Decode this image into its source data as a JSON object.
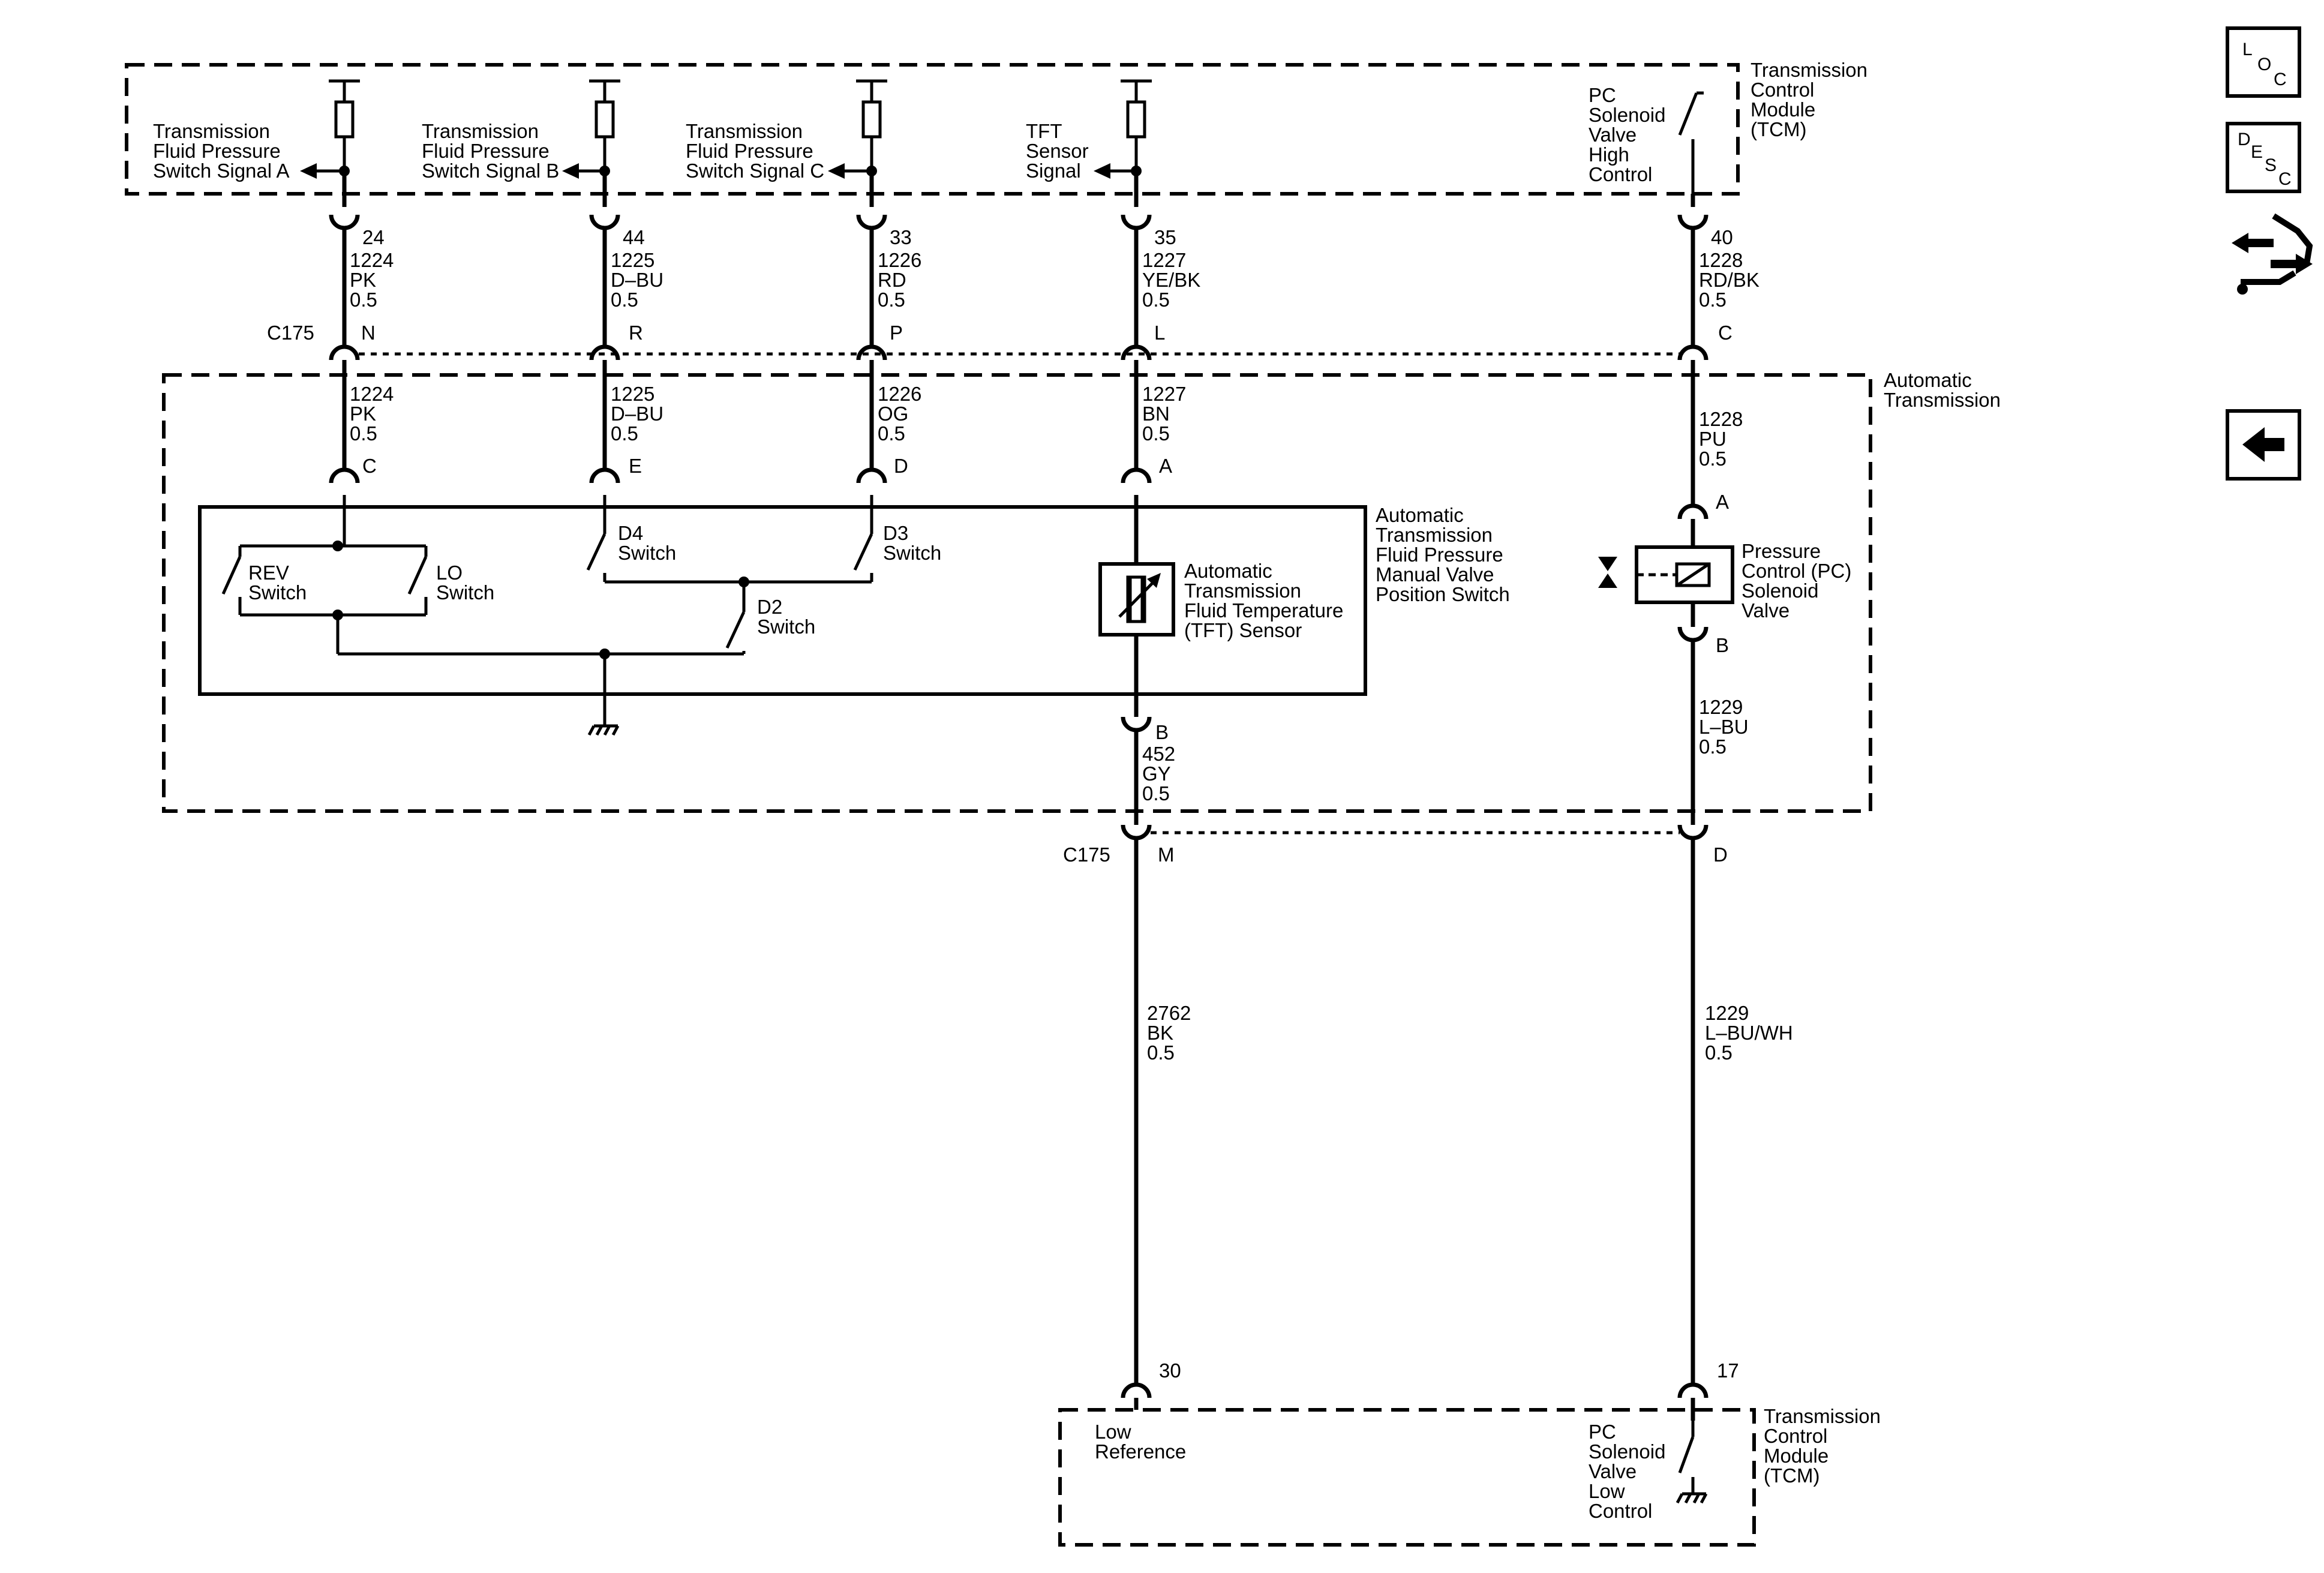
{
  "tcm_top": {
    "label": [
      "Transmission",
      "Control",
      "Module",
      "(TCM)"
    ],
    "signals": [
      [
        "Transmission",
        "Fluid Pressure",
        "Switch Signal A"
      ],
      [
        "Transmission",
        "Fluid Pressure",
        "Switch Signal B"
      ],
      [
        "Transmission",
        "Fluid Pressure",
        "Switch Signal C"
      ],
      [
        "TFT",
        "Sensor",
        "Signal"
      ]
    ],
    "pc_high": [
      "PC",
      "Solenoid",
      "Valve",
      "High",
      "Control"
    ]
  },
  "upper_wires": [
    {
      "pin": "24",
      "circuit": "1224",
      "color": "PK",
      "size": "0.5"
    },
    {
      "pin": "44",
      "circuit": "1225",
      "color": "D–BU",
      "size": "0.5"
    },
    {
      "pin": "33",
      "circuit": "1226",
      "color": "RD",
      "size": "0.5"
    },
    {
      "pin": "35",
      "circuit": "1227",
      "color": "YE/BK",
      "size": "0.5"
    },
    {
      "pin": "40",
      "circuit": "1228",
      "color": "RD/BK",
      "size": "0.5"
    }
  ],
  "c175_top": {
    "name": "C175",
    "pins": [
      "N",
      "R",
      "P",
      "L",
      "C"
    ]
  },
  "auto_trans": {
    "label": [
      "Automatic",
      "Transmission"
    ]
  },
  "mid_wires": [
    {
      "circuit": "1224",
      "color": "PK",
      "size": "0.5",
      "pin": "C"
    },
    {
      "circuit": "1225",
      "color": "D–BU",
      "size": "0.5",
      "pin": "E"
    },
    {
      "circuit": "1226",
      "color": "OG",
      "size": "0.5",
      "pin": "D"
    },
    {
      "circuit": "1227",
      "color": "BN",
      "size": "0.5",
      "pin": "A"
    },
    {
      "circuit": "1228",
      "color": "PU",
      "size": "0.5",
      "pin": "A"
    }
  ],
  "switch_assembly": {
    "label": [
      "Automatic",
      "Transmission",
      "Fluid Pressure",
      "Manual Valve",
      "Position Switch"
    ],
    "rev": [
      "REV",
      "Switch"
    ],
    "lo": [
      "LO",
      "Switch"
    ],
    "d4": [
      "D4",
      "Switch"
    ],
    "d3": [
      "D3",
      "Switch"
    ],
    "d2": [
      "D2",
      "Switch"
    ],
    "tft": [
      "Automatic",
      "Transmission",
      "Fluid Temperature",
      "(TFT) Sensor"
    ]
  },
  "pc_valve": {
    "label": [
      "Pressure",
      "Control (PC)",
      "Solenoid",
      "Valve"
    ],
    "pin_b": "B"
  },
  "tft_lower": {
    "pin": "B",
    "circuit": "452",
    "color": "GY",
    "size": "0.5"
  },
  "pc_lower": {
    "circuit": "1229",
    "color": "L–BU",
    "size": "0.5"
  },
  "c175_bottom": {
    "name": "C175",
    "pins": [
      "M",
      "D"
    ]
  },
  "bottom_wires": [
    {
      "circuit": "2762",
      "color": "BK",
      "size": "0.5",
      "pin": "30"
    },
    {
      "circuit": "1229",
      "color": "L–BU/WH",
      "size": "0.5",
      "pin": "17"
    }
  ],
  "tcm_bottom": {
    "label": [
      "Transmission",
      "Control",
      "Module",
      "(TCM)"
    ],
    "low_ref": [
      "Low",
      "Reference"
    ],
    "pc_low": [
      "PC",
      "Solenoid",
      "Valve",
      "Low",
      "Control"
    ]
  },
  "nav": {
    "loc": {
      "a": "L",
      "b": "O",
      "c": "C"
    },
    "desc": {
      "a": "D",
      "b": "E",
      "c": "S",
      "d": "C"
    }
  }
}
